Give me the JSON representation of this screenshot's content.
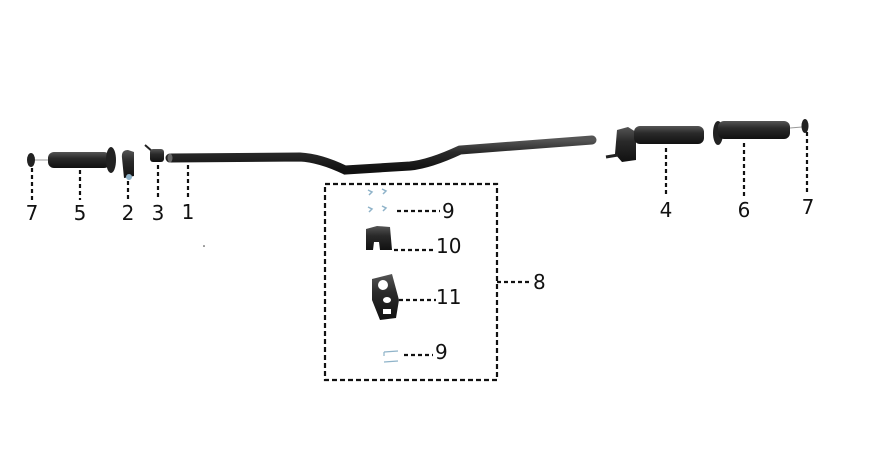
{
  "diagram": {
    "callouts": {
      "left_end_cap": "7",
      "left_grip": "5",
      "left_clamp": "2",
      "switch": "3",
      "handlebar": "1",
      "throttle_assembly": "4",
      "right_grip": "6",
      "right_end_cap": "7",
      "clamp_kit": "8",
      "bolts_upper": "9",
      "upper_clamp": "10",
      "lower_clamp": "11",
      "bolts_lower": "9"
    },
    "colors": {
      "part": "#2b2b2b",
      "line": "#111111",
      "bolt": "#8fb3c9"
    }
  }
}
